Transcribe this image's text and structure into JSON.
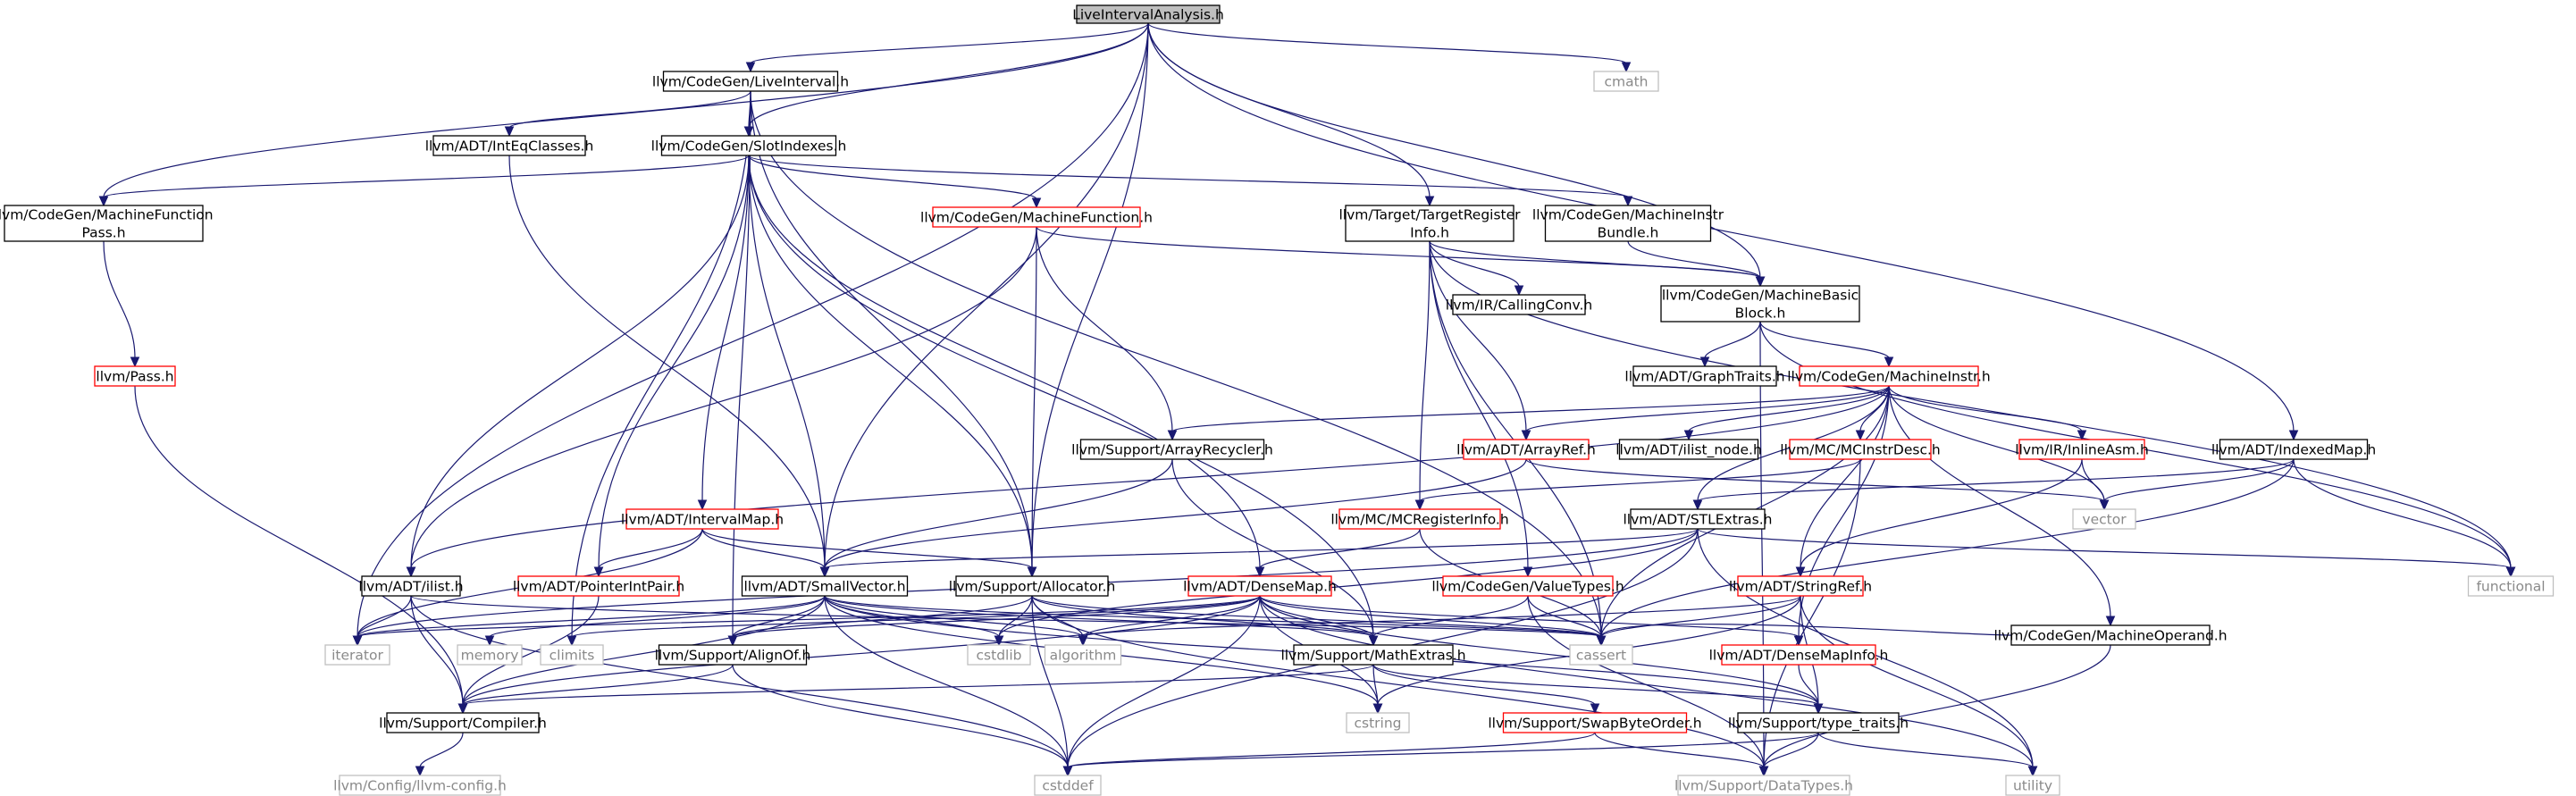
{
  "colors": {
    "edge": "#191970",
    "border_normal": "#000000",
    "border_incomplete": "#ff0000",
    "border_external": "#bfbfbf",
    "root_fill": "#bfbfbf",
    "background": "#ffffff"
  },
  "nodes": [
    {
      "id": "root",
      "lines": [
        "LiveIntervalAnalysis.h"
      ],
      "kind": "root"
    },
    {
      "id": "cmath",
      "lines": [
        "cmath"
      ],
      "kind": "external"
    },
    {
      "id": "liveinterval",
      "lines": [
        "llvm/CodeGen/LiveInterval.h"
      ],
      "kind": "normal"
    },
    {
      "id": "inteqclasses",
      "lines": [
        "llvm/ADT/IntEqClasses.h"
      ],
      "kind": "normal"
    },
    {
      "id": "slotindexes",
      "lines": [
        "llvm/CodeGen/SlotIndexes.h"
      ],
      "kind": "normal"
    },
    {
      "id": "mfpass",
      "lines": [
        "llvm/CodeGen/MachineFunction",
        "Pass.h"
      ],
      "kind": "normal"
    },
    {
      "id": "machinefunction",
      "lines": [
        "llvm/CodeGen/MachineFunction.h"
      ],
      "kind": "incomplete"
    },
    {
      "id": "tri",
      "lines": [
        "llvm/Target/TargetRegister",
        "Info.h"
      ],
      "kind": "normal"
    },
    {
      "id": "mibundle",
      "lines": [
        "llvm/CodeGen/MachineInstr",
        "Bundle.h"
      ],
      "kind": "normal"
    },
    {
      "id": "mbb",
      "lines": [
        "llvm/CodeGen/MachineBasic",
        "Block.h"
      ],
      "kind": "normal"
    },
    {
      "id": "callingconv",
      "lines": [
        "llvm/IR/CallingConv.h"
      ],
      "kind": "normal"
    },
    {
      "id": "pass",
      "lines": [
        "llvm/Pass.h"
      ],
      "kind": "incomplete"
    },
    {
      "id": "graphtraits",
      "lines": [
        "llvm/ADT/GraphTraits.h"
      ],
      "kind": "normal"
    },
    {
      "id": "machineinstr",
      "lines": [
        "llvm/CodeGen/MachineInstr.h"
      ],
      "kind": "incomplete"
    },
    {
      "id": "arrayrecycler",
      "lines": [
        "llvm/Support/ArrayRecycler.h"
      ],
      "kind": "normal"
    },
    {
      "id": "arrayref",
      "lines": [
        "llvm/ADT/ArrayRef.h"
      ],
      "kind": "incomplete"
    },
    {
      "id": "ilistnode",
      "lines": [
        "llvm/ADT/ilist_node.h"
      ],
      "kind": "normal"
    },
    {
      "id": "mcinstrdesc",
      "lines": [
        "llvm/MC/MCInstrDesc.h"
      ],
      "kind": "incomplete"
    },
    {
      "id": "inlineasm",
      "lines": [
        "llvm/IR/InlineAsm.h"
      ],
      "kind": "incomplete"
    },
    {
      "id": "indexedmap",
      "lines": [
        "llvm/ADT/IndexedMap.h"
      ],
      "kind": "normal"
    },
    {
      "id": "intervalmap",
      "lines": [
        "llvm/ADT/IntervalMap.h"
      ],
      "kind": "incomplete"
    },
    {
      "id": "mcreginfo",
      "lines": [
        "llvm/MC/MCRegisterInfo.h"
      ],
      "kind": "incomplete"
    },
    {
      "id": "stlextras",
      "lines": [
        "llvm/ADT/STLExtras.h"
      ],
      "kind": "normal"
    },
    {
      "id": "vector",
      "lines": [
        "vector"
      ],
      "kind": "external"
    },
    {
      "id": "functional",
      "lines": [
        "functional"
      ],
      "kind": "external"
    },
    {
      "id": "ilist",
      "lines": [
        "llvm/ADT/ilist.h"
      ],
      "kind": "normal"
    },
    {
      "id": "pointerintpair",
      "lines": [
        "llvm/ADT/PointerIntPair.h"
      ],
      "kind": "incomplete"
    },
    {
      "id": "smallvector",
      "lines": [
        "llvm/ADT/SmallVector.h"
      ],
      "kind": "normal"
    },
    {
      "id": "allocator",
      "lines": [
        "llvm/Support/Allocator.h"
      ],
      "kind": "normal"
    },
    {
      "id": "densemap",
      "lines": [
        "llvm/ADT/DenseMap.h"
      ],
      "kind": "incomplete"
    },
    {
      "id": "valuetypes",
      "lines": [
        "llvm/CodeGen/ValueTypes.h"
      ],
      "kind": "incomplete"
    },
    {
      "id": "stringref",
      "lines": [
        "llvm/ADT/StringRef.h"
      ],
      "kind": "incomplete"
    },
    {
      "id": "machineoperand",
      "lines": [
        "llvm/CodeGen/MachineOperand.h"
      ],
      "kind": "normal"
    },
    {
      "id": "iterator",
      "lines": [
        "iterator"
      ],
      "kind": "external"
    },
    {
      "id": "memory",
      "lines": [
        "memory"
      ],
      "kind": "external"
    },
    {
      "id": "climits",
      "lines": [
        "climits"
      ],
      "kind": "external"
    },
    {
      "id": "alignof",
      "lines": [
        "llvm/Support/AlignOf.h"
      ],
      "kind": "normal"
    },
    {
      "id": "cstdlib",
      "lines": [
        "cstdlib"
      ],
      "kind": "external"
    },
    {
      "id": "algorithm",
      "lines": [
        "algorithm"
      ],
      "kind": "external"
    },
    {
      "id": "mathextras",
      "lines": [
        "llvm/Support/MathExtras.h"
      ],
      "kind": "normal"
    },
    {
      "id": "cassert",
      "lines": [
        "cassert"
      ],
      "kind": "external"
    },
    {
      "id": "densemapinfo",
      "lines": [
        "llvm/ADT/DenseMapInfo.h"
      ],
      "kind": "incomplete"
    },
    {
      "id": "compiler",
      "lines": [
        "llvm/Support/Compiler.h"
      ],
      "kind": "normal"
    },
    {
      "id": "cstring",
      "lines": [
        "cstring"
      ],
      "kind": "external"
    },
    {
      "id": "swapbyteorder",
      "lines": [
        "llvm/Support/SwapByteOrder.h"
      ],
      "kind": "incomplete"
    },
    {
      "id": "typetraits",
      "lines": [
        "llvm/Support/type_traits.h"
      ],
      "kind": "normal"
    },
    {
      "id": "utility",
      "lines": [
        "utility"
      ],
      "kind": "external"
    },
    {
      "id": "llvmconfig",
      "lines": [
        "llvm/Config/llvm-config.h"
      ],
      "kind": "external"
    },
    {
      "id": "cstddef",
      "lines": [
        "cstddef"
      ],
      "kind": "external"
    },
    {
      "id": "datatypes",
      "lines": [
        "llvm/Support/DataTypes.h"
      ],
      "kind": "external"
    }
  ],
  "edges": [
    [
      "root",
      "cmath"
    ],
    [
      "root",
      "liveinterval"
    ],
    [
      "root",
      "slotindexes"
    ],
    [
      "root",
      "mfpass"
    ],
    [
      "root",
      "tri"
    ],
    [
      "root",
      "mbb"
    ],
    [
      "root",
      "indexedmap"
    ],
    [
      "root",
      "allocator"
    ],
    [
      "root",
      "smallvector"
    ],
    [
      "root",
      "iterator"
    ],
    [
      "liveinterval",
      "inteqclasses"
    ],
    [
      "liveinterval",
      "slotindexes"
    ],
    [
      "liveinterval",
      "allocator"
    ],
    [
      "liveinterval",
      "cassert"
    ],
    [
      "liveinterval",
      "climits"
    ],
    [
      "liveinterval",
      "alignof"
    ],
    [
      "inteqclasses",
      "smallvector"
    ],
    [
      "slotindexes",
      "mfpass"
    ],
    [
      "slotindexes",
      "machinefunction"
    ],
    [
      "slotindexes",
      "mibundle"
    ],
    [
      "slotindexes",
      "ilist"
    ],
    [
      "slotindexes",
      "intervalmap"
    ],
    [
      "slotindexes",
      "pointerintpair"
    ],
    [
      "slotindexes",
      "smallvector"
    ],
    [
      "slotindexes",
      "allocator"
    ],
    [
      "slotindexes",
      "densemap"
    ],
    [
      "slotindexes",
      "mathextras"
    ],
    [
      "mfpass",
      "pass"
    ],
    [
      "pass",
      "compiler"
    ],
    [
      "machinefunction",
      "mbb"
    ],
    [
      "machinefunction",
      "arrayrecycler"
    ],
    [
      "machinefunction",
      "allocator"
    ],
    [
      "machinefunction",
      "ilist"
    ],
    [
      "tri",
      "mbb"
    ],
    [
      "tri",
      "callingconv"
    ],
    [
      "tri",
      "arrayref"
    ],
    [
      "tri",
      "mcreginfo"
    ],
    [
      "tri",
      "valuetypes"
    ],
    [
      "tri",
      "functional"
    ],
    [
      "tri",
      "cassert"
    ],
    [
      "mibundle",
      "mbb"
    ],
    [
      "mbb",
      "graphtraits"
    ],
    [
      "mbb",
      "machineinstr"
    ],
    [
      "mbb",
      "functional"
    ],
    [
      "mbb",
      "datatypes"
    ],
    [
      "machineinstr",
      "arrayrecycler"
    ],
    [
      "machineinstr",
      "arrayref"
    ],
    [
      "machineinstr",
      "ilistnode"
    ],
    [
      "machineinstr",
      "mcinstrdesc"
    ],
    [
      "machineinstr",
      "inlineasm"
    ],
    [
      "machineinstr",
      "stlextras"
    ],
    [
      "machineinstr",
      "stringref"
    ],
    [
      "machineinstr",
      "ilist"
    ],
    [
      "machineinstr",
      "vector"
    ],
    [
      "machineinstr",
      "machineoperand"
    ],
    [
      "machineinstr",
      "densemapinfo"
    ],
    [
      "machineinstr",
      "cassert"
    ],
    [
      "arrayrecycler",
      "smallvector"
    ],
    [
      "arrayrecycler",
      "mathextras"
    ],
    [
      "arrayref",
      "smallvector"
    ],
    [
      "arrayref",
      "vector"
    ],
    [
      "mcinstrdesc",
      "mcreginfo"
    ],
    [
      "mcinstrdesc",
      "datatypes"
    ],
    [
      "inlineasm",
      "vector"
    ],
    [
      "inlineasm",
      "stringref"
    ],
    [
      "indexedmap",
      "stlextras"
    ],
    [
      "indexedmap",
      "vector"
    ],
    [
      "indexedmap",
      "functional"
    ],
    [
      "indexedmap",
      "cassert"
    ],
    [
      "intervalmap",
      "pointerintpair"
    ],
    [
      "intervalmap",
      "smallvector"
    ],
    [
      "intervalmap",
      "allocator"
    ],
    [
      "intervalmap",
      "iterator"
    ],
    [
      "mcreginfo",
      "densemap"
    ],
    [
      "mcreginfo",
      "cassert"
    ],
    [
      "stlextras",
      "smallvector"
    ],
    [
      "stlextras",
      "functional"
    ],
    [
      "stlextras",
      "utility"
    ],
    [
      "stlextras",
      "iterator"
    ],
    [
      "stlextras",
      "cstddef"
    ],
    [
      "stlextras",
      "cstdlib"
    ],
    [
      "ilist",
      "compiler"
    ],
    [
      "ilist",
      "iterator"
    ],
    [
      "ilist",
      "cassert"
    ],
    [
      "ilist",
      "cstddef"
    ],
    [
      "pointerintpair",
      "compiler"
    ],
    [
      "smallvector",
      "alignof"
    ],
    [
      "smallvector",
      "compiler"
    ],
    [
      "smallvector",
      "mathextras"
    ],
    [
      "smallvector",
      "typetraits"
    ],
    [
      "smallvector",
      "algorithm"
    ],
    [
      "smallvector",
      "cassert"
    ],
    [
      "smallvector",
      "cstddef"
    ],
    [
      "smallvector",
      "cstdlib"
    ],
    [
      "smallvector",
      "cstring"
    ],
    [
      "smallvector",
      "iterator"
    ],
    [
      "smallvector",
      "memory"
    ],
    [
      "allocator",
      "alignof"
    ],
    [
      "allocator",
      "datatypes"
    ],
    [
      "allocator",
      "mathextras"
    ],
    [
      "allocator",
      "algorithm"
    ],
    [
      "allocator",
      "cassert"
    ],
    [
      "allocator",
      "cstddef"
    ],
    [
      "allocator",
      "cstdlib"
    ],
    [
      "densemap",
      "densemapinfo"
    ],
    [
      "densemap",
      "alignof"
    ],
    [
      "densemap",
      "compiler"
    ],
    [
      "densemap",
      "mathextras"
    ],
    [
      "densemap",
      "typetraits"
    ],
    [
      "densemap",
      "algorithm"
    ],
    [
      "densemap",
      "cassert"
    ],
    [
      "densemap",
      "climits"
    ],
    [
      "densemap",
      "cstddef"
    ],
    [
      "densemap",
      "cstring"
    ],
    [
      "densemap",
      "iterator"
    ],
    [
      "densemap",
      "utility"
    ],
    [
      "valuetypes",
      "mathextras"
    ],
    [
      "valuetypes",
      "cassert"
    ],
    [
      "valuetypes",
      "datatypes"
    ],
    [
      "stringref",
      "typetraits"
    ],
    [
      "stringref",
      "algorithm"
    ],
    [
      "stringref",
      "cassert"
    ],
    [
      "stringref",
      "cstring"
    ],
    [
      "stringref",
      "utility"
    ],
    [
      "machineoperand",
      "datatypes"
    ],
    [
      "machineoperand",
      "cassert"
    ],
    [
      "alignof",
      "compiler"
    ],
    [
      "alignof",
      "cstddef"
    ],
    [
      "mathextras",
      "compiler"
    ],
    [
      "mathextras",
      "swapbyteorder"
    ],
    [
      "mathextras",
      "typetraits"
    ],
    [
      "mathextras",
      "cstring"
    ],
    [
      "densemapinfo",
      "typetraits"
    ],
    [
      "compiler",
      "llvmconfig"
    ],
    [
      "swapbyteorder",
      "datatypes"
    ],
    [
      "swapbyteorder",
      "cstddef"
    ],
    [
      "typetraits",
      "datatypes"
    ],
    [
      "typetraits",
      "utility"
    ],
    [
      "typetraits",
      "cstddef"
    ]
  ]
}
